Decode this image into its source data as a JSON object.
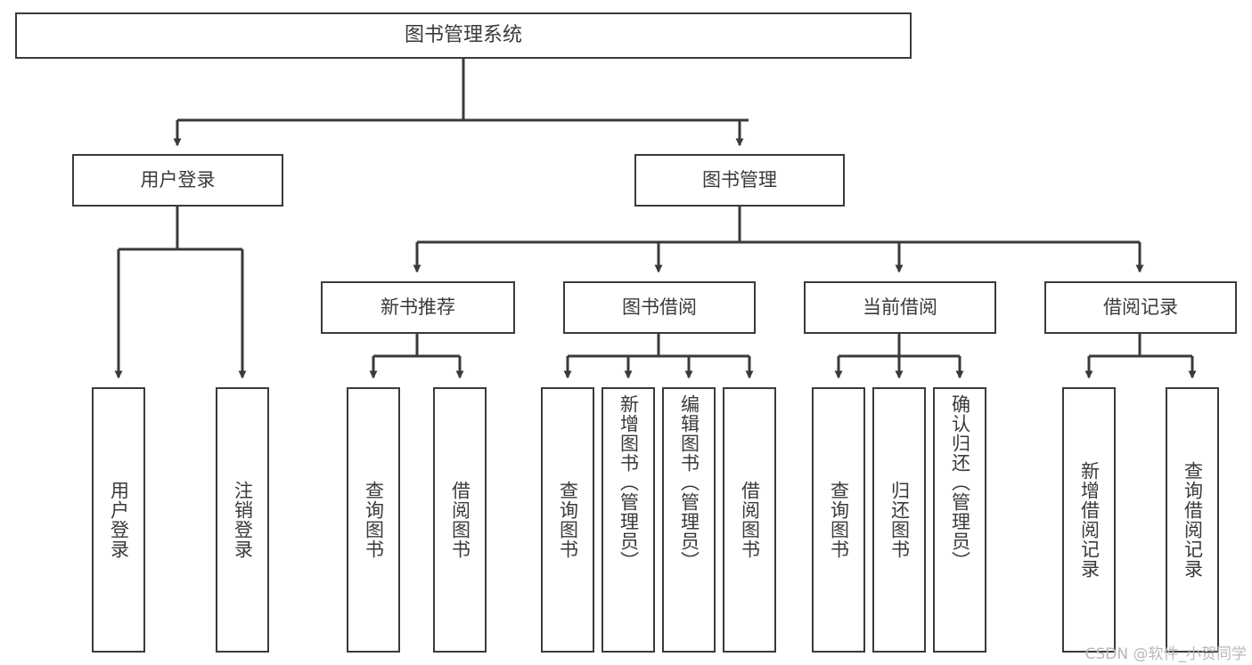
{
  "diagram": {
    "title": "图书管理系统",
    "type": "tree-hierarchy-chart",
    "root": {
      "label": "图书管理系统"
    },
    "level2": [
      {
        "label": "用户登录"
      },
      {
        "label": "图书管理"
      }
    ],
    "level3": [
      {
        "label": "新书推荐"
      },
      {
        "label": "图书借阅"
      },
      {
        "label": "当前借阅"
      },
      {
        "label": "借阅记录"
      }
    ],
    "leaves": [
      {
        "label": "用户登录"
      },
      {
        "label": "注销登录"
      },
      {
        "label": "查询图书"
      },
      {
        "label": "借阅图书"
      },
      {
        "label": "查询图书"
      },
      {
        "label": "新增图书（管理员）"
      },
      {
        "label": "编辑图书（管理员）"
      },
      {
        "label": "借阅图书"
      },
      {
        "label": "查询图书"
      },
      {
        "label": "归还图书"
      },
      {
        "label": "确认归还（管理员）"
      },
      {
        "label": "新增借阅记录"
      },
      {
        "label": "查询借阅记录"
      }
    ]
  },
  "watermark": {
    "text": "CSDN @软件_小贺同学"
  },
  "colors": {
    "stroke": "#3a3a3a",
    "background": "#ffffff",
    "watermark": "#b8b8b8"
  }
}
